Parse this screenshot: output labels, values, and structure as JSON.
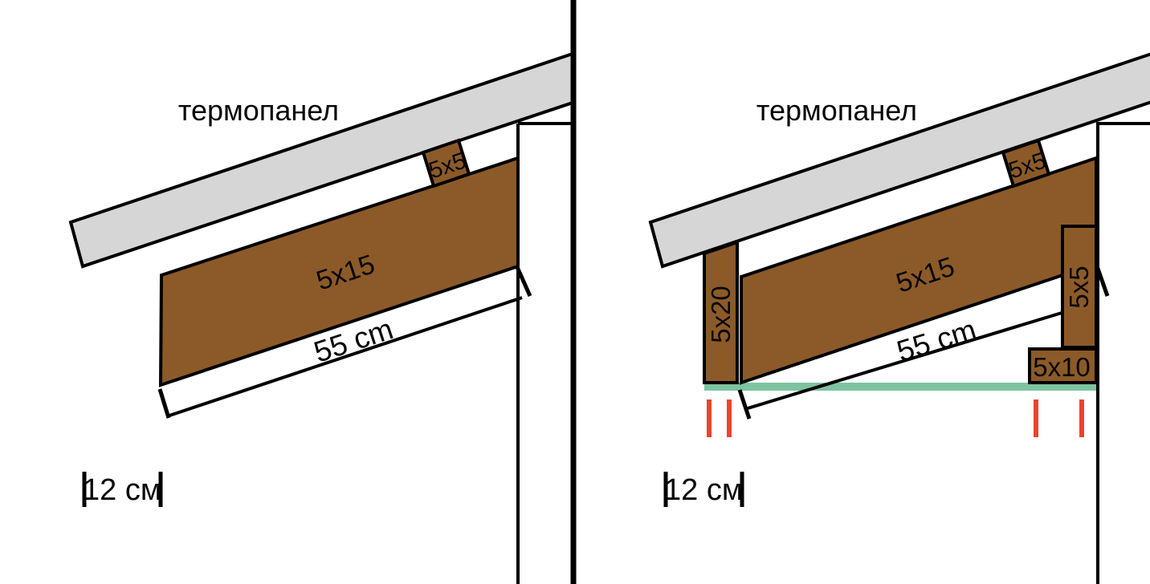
{
  "colors": {
    "background": "#ffffff",
    "line_black": "#000000",
    "panel_gray": "#d6d6d6",
    "wood_brown": "#8c5a28",
    "soffit_teal": "#7ec3a1",
    "fastener_red": "#e94430"
  },
  "left_diagram": {
    "panel_label": "термопанел",
    "beam_label": "5x15",
    "spacer_label": "5x5",
    "length_label": "55 cm",
    "offset_label": "12 см"
  },
  "right_diagram": {
    "panel_label": "термопанел",
    "beam_label": "5x15",
    "spacer_label": "5x5",
    "post_label": "5x20",
    "batten_label": "5x5",
    "block_label": "5x10",
    "length_label": "55 cm",
    "offset_label": "12 см"
  }
}
